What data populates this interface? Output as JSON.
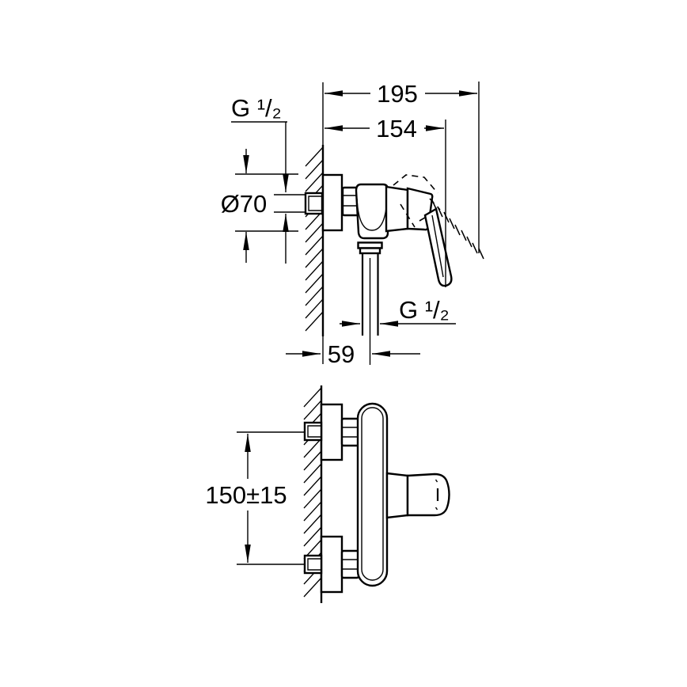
{
  "drawing": {
    "kind": "technical-dimension-drawing",
    "subject": "wall-mounted single-lever shower mixer, side view and front view",
    "background_color": "#ffffff",
    "line_color": "#000000"
  },
  "side_view": {
    "name": "side-view",
    "labels": {
      "total_depth": "195",
      "body_depth": "154",
      "inlet_thread": "G ¹/₂",
      "escutcheon_diameter": "Ø70",
      "outlet_thread": "G ¹/₂",
      "outlet_offset": "59"
    }
  },
  "front_view": {
    "name": "front-view",
    "labels": {
      "connection_spacing": "150±15"
    }
  }
}
